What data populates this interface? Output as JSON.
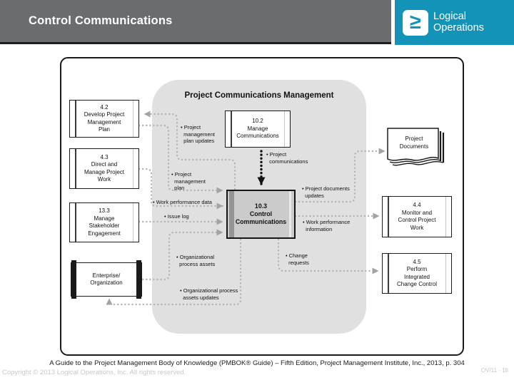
{
  "header": {
    "title": "Control Communications",
    "logo": {
      "glyph": "≥",
      "line1": "Logical",
      "line2": "Operations"
    },
    "colors": {
      "bar": "#6b6c6e",
      "accent": "#1493b9"
    }
  },
  "diagram": {
    "group_title": "Project Communications Management",
    "nodes": {
      "b42": {
        "text": "4.2\nDevelop Project\nManagement\nPlan"
      },
      "b43": {
        "text": "4.3\nDirect and\nManage Project\nWork"
      },
      "b133": {
        "text": "13.3\nManage\nStakeholder\nEngagement"
      },
      "ent": {
        "text": "Enterprise/\nOrganization"
      },
      "b102": {
        "text": "10.2\nManage\nCommunications"
      },
      "b103": {
        "text": "10.3\nControl\nCommunications"
      },
      "docs": {
        "text": "Project\nDocuments"
      },
      "b44": {
        "text": "4.4\nMonitor and\nControl Project\nWork"
      },
      "b45": {
        "text": "4.5\nPerform\nIntegrated\nChange Control"
      }
    },
    "labels": {
      "pmu": "• Project\n  management\n  plan updates",
      "pmp": "• Project\n  management\n  plan",
      "wpd": "• Work performance data",
      "il": "• Issue log",
      "opa": "• Organizational\n  process assets",
      "opau": "• Organizational process\n  assets updates",
      "pc": "• Project\n  communications",
      "pdu": "• Project documents\n  updates",
      "wpi": "• Work performance\n  information",
      "cr": "• Change\n  requests"
    }
  },
  "footer": {
    "citation": "A Guide to the Project Management Body of Knowledge (PMBOK® Guide) – Fifth Edition, Project Management Institute, Inc., 2013, p. 304",
    "copyright": "Copyright © 2013 Logical Operations, Inc. All rights reserved.",
    "page": "OV/11 - 16"
  }
}
